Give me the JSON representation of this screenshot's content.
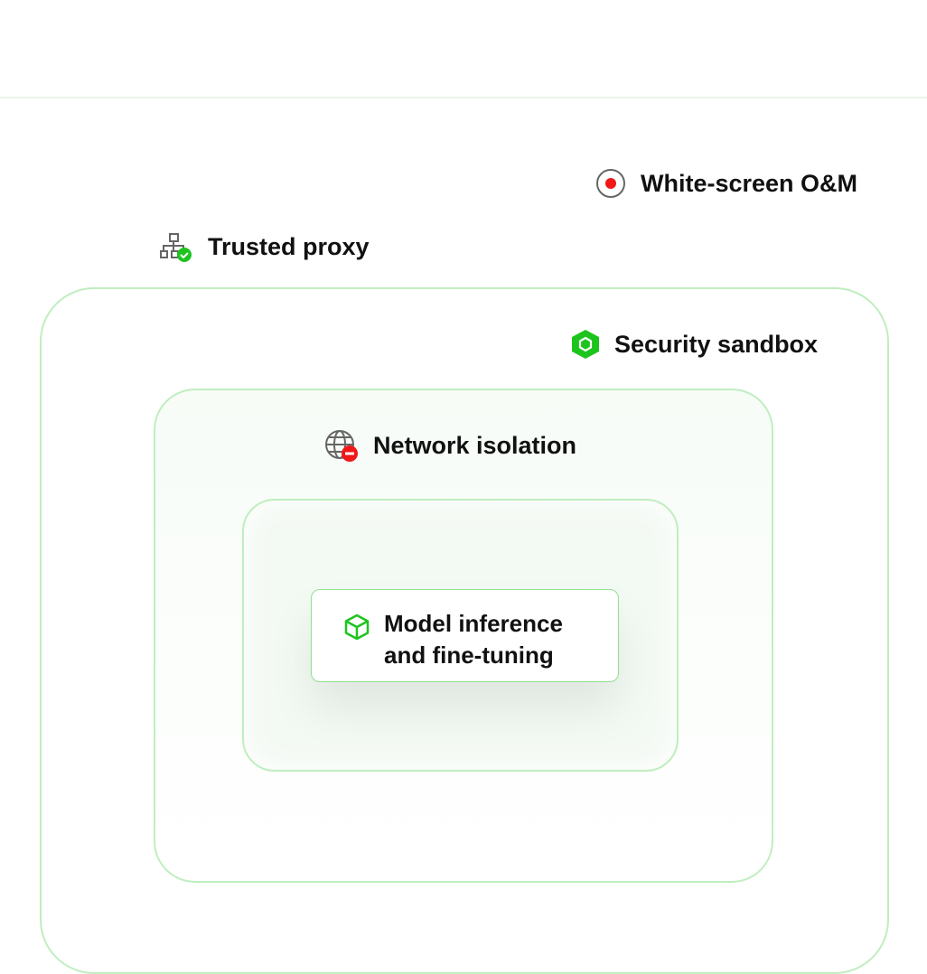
{
  "layers": {
    "white_screen": {
      "label": "White-screen O&M",
      "icon": "record-icon"
    },
    "trusted_proxy": {
      "label": "Trusted proxy",
      "icon": "network-check-icon"
    },
    "security_sandbox": {
      "label": "Security sandbox",
      "icon": "hexagon-icon"
    },
    "network_isolation": {
      "label": "Network isolation",
      "icon": "globe-blocked-icon"
    },
    "model": {
      "line1": "Model inference",
      "line2": "and fine-tuning",
      "icon": "cube-icon"
    }
  },
  "colors": {
    "green": "#1ec41e",
    "red": "#f01818",
    "border": "#bfeebf"
  }
}
